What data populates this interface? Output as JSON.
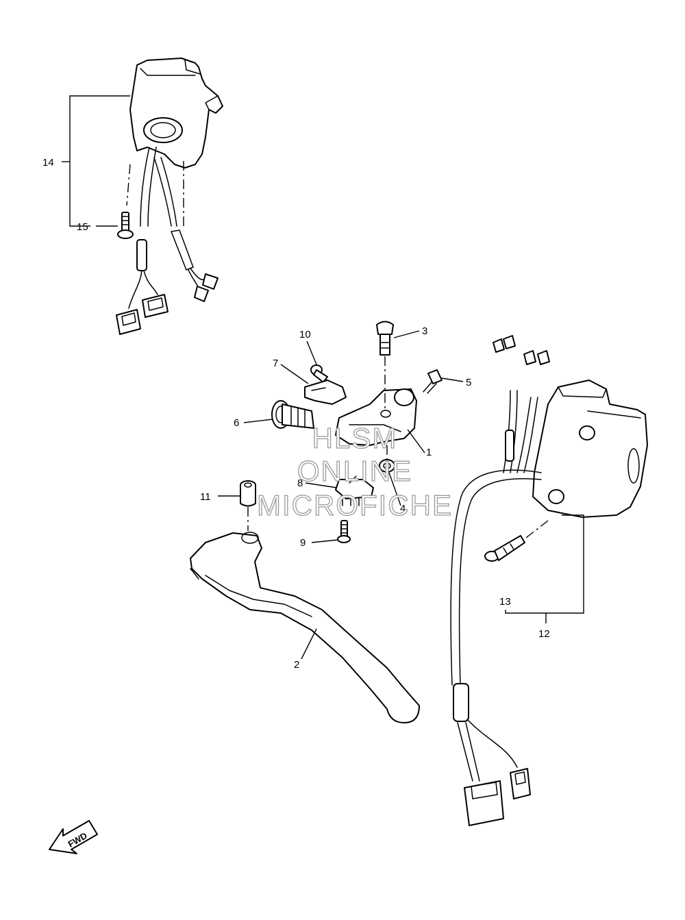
{
  "callouts": {
    "c1": "1",
    "c2": "2",
    "c3": "3",
    "c4": "4",
    "c5": "5",
    "c6": "6",
    "c7": "7",
    "c8": "8",
    "c9": "9",
    "c10": "10",
    "c11": "11",
    "c12": "12",
    "c13": "13",
    "c14": "14",
    "c15": "15"
  },
  "watermark": {
    "line1": "HLSM",
    "line2": "ONLINE",
    "line3": "MICROFICHE"
  },
  "fwd_label": "FWD"
}
